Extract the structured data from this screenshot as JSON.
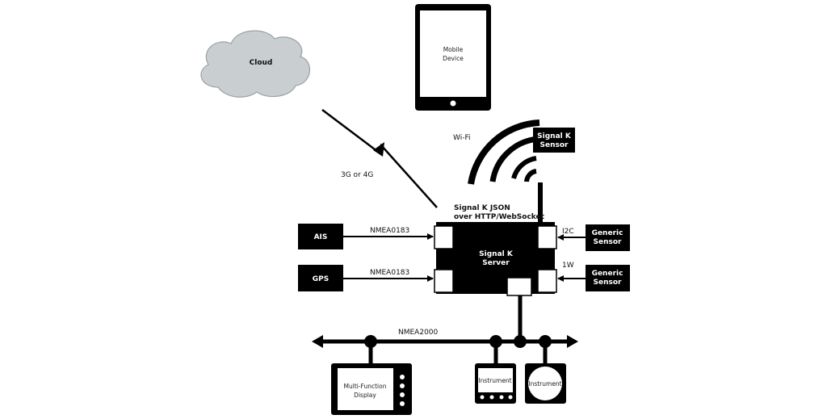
{
  "labels": {
    "cloud": "Cloud",
    "mobile_line1": "Mobile",
    "mobile_line2": "Device",
    "wifi": "Wi-Fi",
    "sk_sensor_line1": "Signal K",
    "sk_sensor_line2": "Sensor",
    "cellular": "3G or 4G",
    "json_line1": "Signal K JSON",
    "json_line2": "over HTTP/WebSocket",
    "ais": "AIS",
    "gps": "GPS",
    "nmea0183_top": "NMEA0183",
    "nmea0183_bottom": "NMEA0183",
    "server_line1": "Signal K",
    "server_line2": "Server",
    "i2c": "I2C",
    "onewire": "1W",
    "generic1_line1": "Generic",
    "generic1_line2": "Sensor",
    "generic2_line1": "Generic",
    "generic2_line2": "Sensor",
    "nmea2000": "NMEA2000",
    "mfd_line1": "Multi-Function",
    "mfd_line2": "Display",
    "instrument1": "Instrument",
    "instrument2": "Instrument"
  },
  "colors": {
    "ink": "#000000",
    "cloud_fill": "#c9cfd1",
    "cloud_stroke": "#9aa2a5",
    "paper": "#ffffff"
  }
}
